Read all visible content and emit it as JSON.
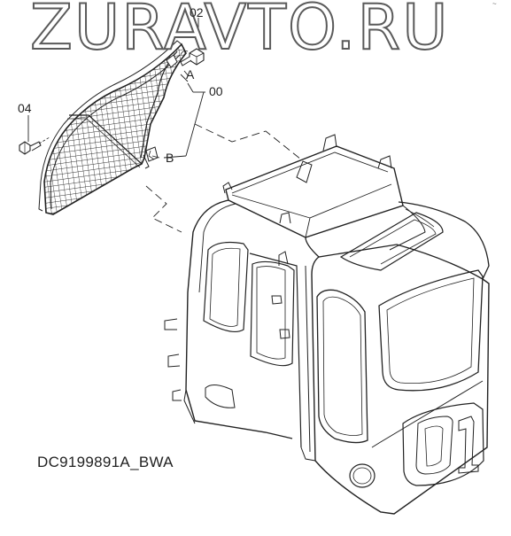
{
  "watermark": "ZURAVTO.RU",
  "callouts": {
    "part_02": "02",
    "part_00": "00",
    "part_04": "04",
    "detail_a": "A",
    "detail_b": "B"
  },
  "drawing_code": "DC9199891A_BWA",
  "corner_mark": "~"
}
